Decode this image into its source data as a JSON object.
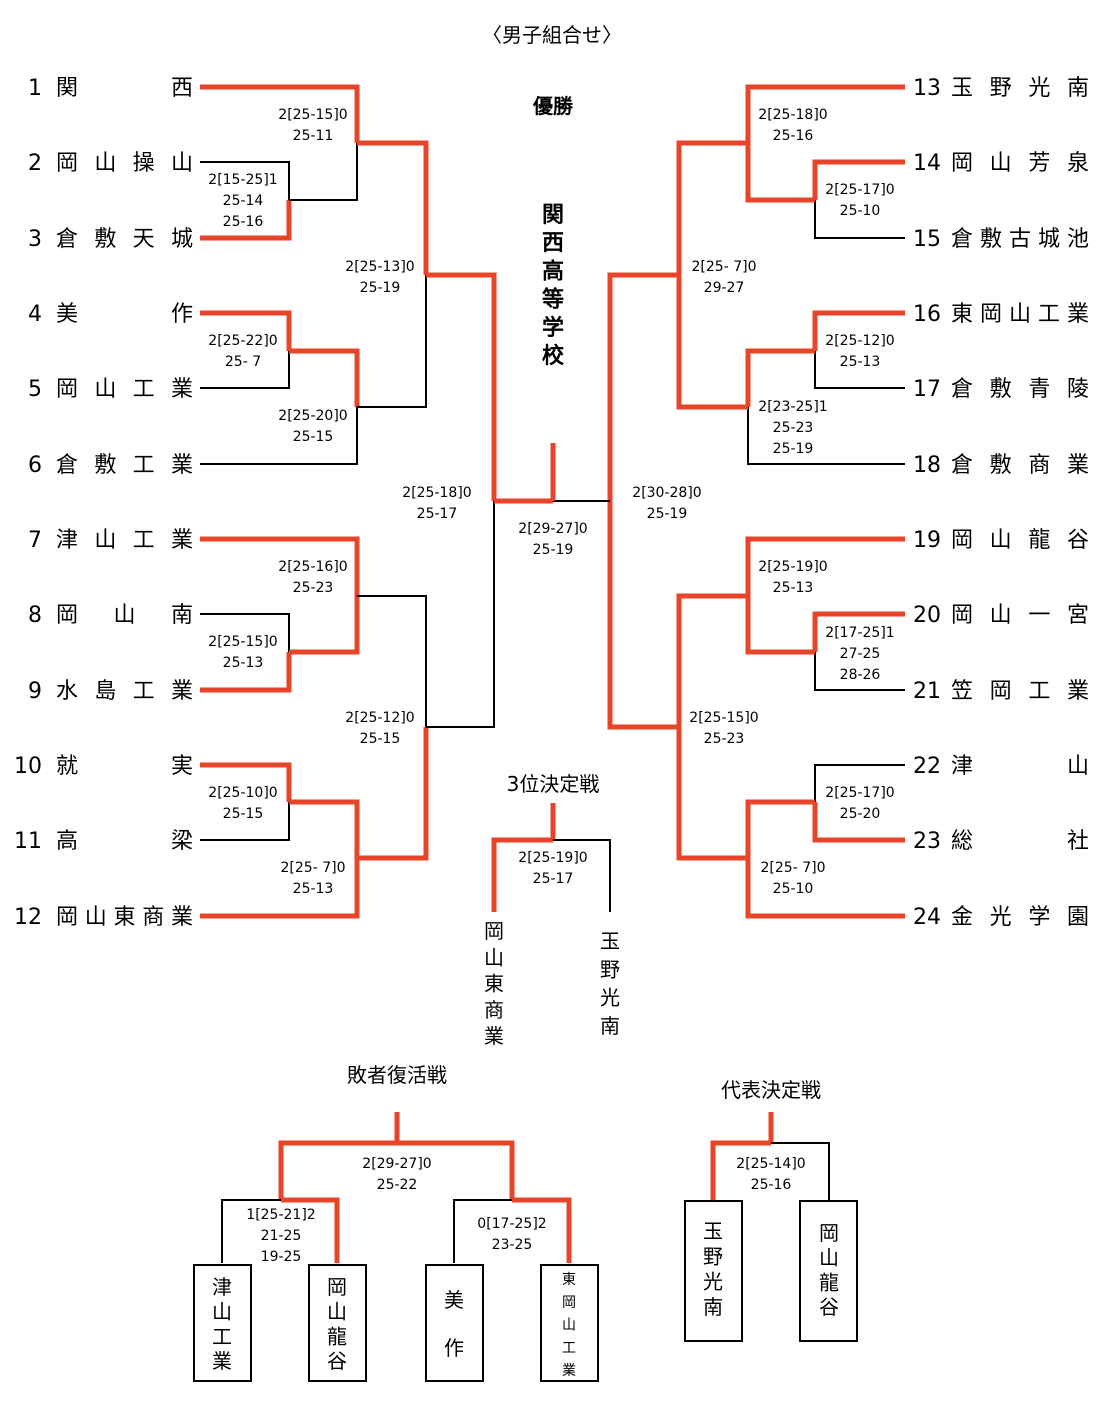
{
  "colors": {
    "winner_line": "#e8442a",
    "line": "#000000",
    "text": "#000000",
    "background": "#ffffff"
  },
  "title": "〈男子組合せ〉",
  "champion_label": "優勝",
  "champion": "関西高等学校",
  "third_place_label": "3位決定戦",
  "repechage_label": "敗者復活戦",
  "rep_final_label": "代表決定戦",
  "left_teams": [
    {
      "num": "1",
      "name": "関西"
    },
    {
      "num": "2",
      "name": "岡山操山"
    },
    {
      "num": "3",
      "name": "倉敷天城"
    },
    {
      "num": "4",
      "name": "美作"
    },
    {
      "num": "5",
      "name": "岡山工業"
    },
    {
      "num": "6",
      "name": "倉敷工業"
    },
    {
      "num": "7",
      "name": "津山工業"
    },
    {
      "num": "8",
      "name": "岡山南"
    },
    {
      "num": "9",
      "name": "水島工業"
    },
    {
      "num": "10",
      "name": "就実"
    },
    {
      "num": "11",
      "name": "高梁"
    },
    {
      "num": "12",
      "name": "岡山東商業"
    }
  ],
  "right_teams": [
    {
      "num": "13",
      "name": "玉野光南"
    },
    {
      "num": "14",
      "name": "岡山芳泉"
    },
    {
      "num": "15",
      "name": "倉敷古城池"
    },
    {
      "num": "16",
      "name": "東岡山工業"
    },
    {
      "num": "17",
      "name": "倉敷青陵"
    },
    {
      "num": "18",
      "name": "倉敷商業"
    },
    {
      "num": "19",
      "name": "岡山龍谷"
    },
    {
      "num": "20",
      "name": "岡山一宮"
    },
    {
      "num": "21",
      "name": "笠岡工業"
    },
    {
      "num": "22",
      "name": "津山"
    },
    {
      "num": "23",
      "name": "総社"
    },
    {
      "num": "24",
      "name": "金光学園"
    }
  ],
  "scores": {
    "L1": [
      "2[25-15]0",
      "25-11"
    ],
    "L2": [
      "2[15-25]1",
      "25-14",
      "25-16"
    ],
    "L3": [
      "2[25-13]0",
      "25-19"
    ],
    "L4": [
      "2[25-22]0",
      "25- 7"
    ],
    "L5": [
      "2[25-20]0",
      "25-15"
    ],
    "L6": [
      "2[25-18]0",
      "25-17"
    ],
    "L7": [
      "2[25-16]0",
      "25-23"
    ],
    "L8": [
      "2[25-15]0",
      "25-13"
    ],
    "L9": [
      "2[25-12]0",
      "25-15"
    ],
    "L10": [
      "2[25-10]0",
      "25-15"
    ],
    "L11": [
      "2[25- 7]0",
      "25-13"
    ],
    "F": [
      "2[29-27]0",
      "25-19"
    ],
    "R1": [
      "2[25-18]0",
      "25-16"
    ],
    "R2": [
      "2[25-17]0",
      "25-10"
    ],
    "R3": [
      "2[25- 7]0",
      "29-27"
    ],
    "R4": [
      "2[25-12]0",
      "25-13"
    ],
    "R5": [
      "2[23-25]1",
      "25-23",
      "25-19"
    ],
    "R6": [
      "2[30-28]0",
      "25-19"
    ],
    "R7": [
      "2[25-19]0",
      "25-13"
    ],
    "R8": [
      "2[17-25]1",
      "27-25",
      "28-26"
    ],
    "R9": [
      "2[25-15]0",
      "25-23"
    ],
    "R10": [
      "2[25-17]0",
      "25-20"
    ],
    "R11": [
      "2[25- 7]0",
      "25-10"
    ],
    "T": [
      "2[25-19]0",
      "25-17"
    ],
    "RP1": [
      "1[25-21]2",
      "21-25",
      "19-25"
    ],
    "RP2": [
      "0[17-25]2",
      "23-25"
    ],
    "RP3": [
      "2[29-27]0",
      "25-22"
    ],
    "RF": [
      "2[25-14]0",
      "25-16"
    ]
  },
  "third_place": {
    "left": "岡山東商業",
    "right": "玉野光南"
  },
  "repechage_boxes": [
    "津山工業",
    "岡山龍谷",
    "美作",
    "東岡山工業"
  ],
  "rep_final_boxes": [
    "玉野光南",
    "岡山龍谷"
  ]
}
